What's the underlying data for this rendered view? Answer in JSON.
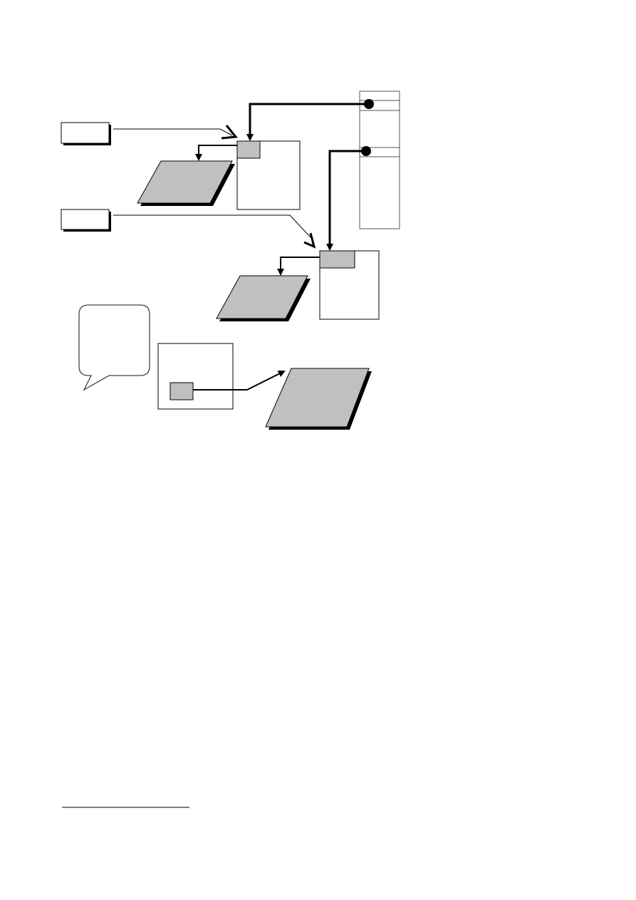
{
  "colors": {
    "background": "#ffffff",
    "fill_gray": "#c0c0c0",
    "stroke": "#000000",
    "shadow": "#000000"
  },
  "icons": {
    "pointer_dot": "filled-circle",
    "arrowhead": "filled-triangle",
    "open_arrowhead": "chevron"
  }
}
